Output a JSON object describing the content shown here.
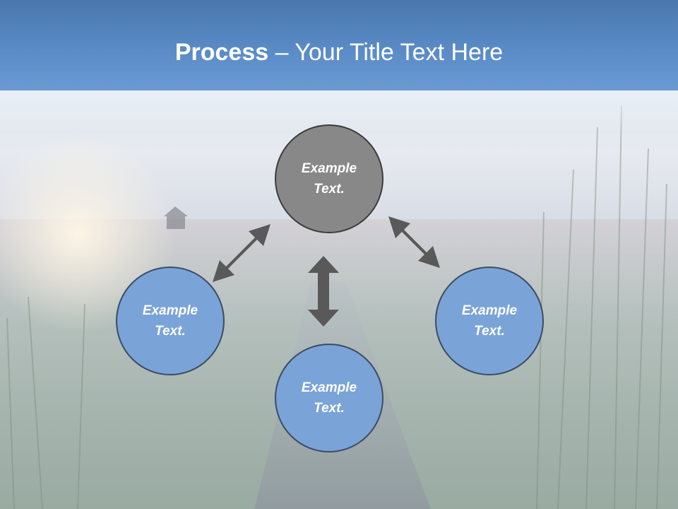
{
  "slide": {
    "title_bold": "Process",
    "title_dash": " – ",
    "title_rest": "Your Title Text Here"
  },
  "nodes": [
    {
      "id": "top",
      "label": "Example Text."
    },
    {
      "id": "left",
      "label": "Example Text."
    },
    {
      "id": "right",
      "label": "Example Text."
    },
    {
      "id": "bottom",
      "label": "Example Text."
    }
  ],
  "colors": {
    "title_bar": "#5a8bc6",
    "center_node": "#888888",
    "outer_node": "#7aa3d8",
    "arrow": "#595959"
  }
}
